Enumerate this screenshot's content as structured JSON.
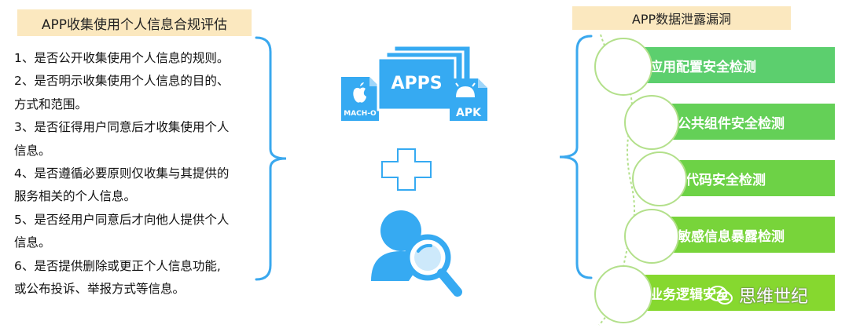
{
  "left": {
    "title": "APP收集使用个人信息合规评估",
    "lines": [
      "1、是否公开收集使用个人信息的规则。",
      "2、是否明示收集使用个人信息的目的、",
      "方式和范围。",
      "3、是否征得用户同意后才收集使用个人",
      "信息。",
      "4、是否遵循必要原则仅收集与其提供的",
      "服务相关的个人信息。",
      "5、是否经用户同意后才向他人提供个人",
      "信息。",
      "6、是否提供删除或更正个人信息功能,",
      "或公布投诉、举报方式等信息。"
    ]
  },
  "center": {
    "apps_label": "APPS",
    "macho_label": "MACH-O",
    "apk_label": "APK"
  },
  "right": {
    "title": "APP数据泄露漏洞",
    "items": [
      "应用配置安全检测",
      "公共组件安全检测",
      "代码安全检测",
      "敏感信息暴露检测",
      "业务逻辑安全"
    ]
  },
  "watermark": {
    "text": "思维世纪"
  },
  "colors": {
    "title_bg": "#fbe8bf",
    "bracket": "#3aa8ee",
    "icon_blue": "#36aaf2",
    "bar_greens": [
      "#5ccf6e",
      "#64d057",
      "#6dd246",
      "#78d43a",
      "#86d82f"
    ]
  }
}
